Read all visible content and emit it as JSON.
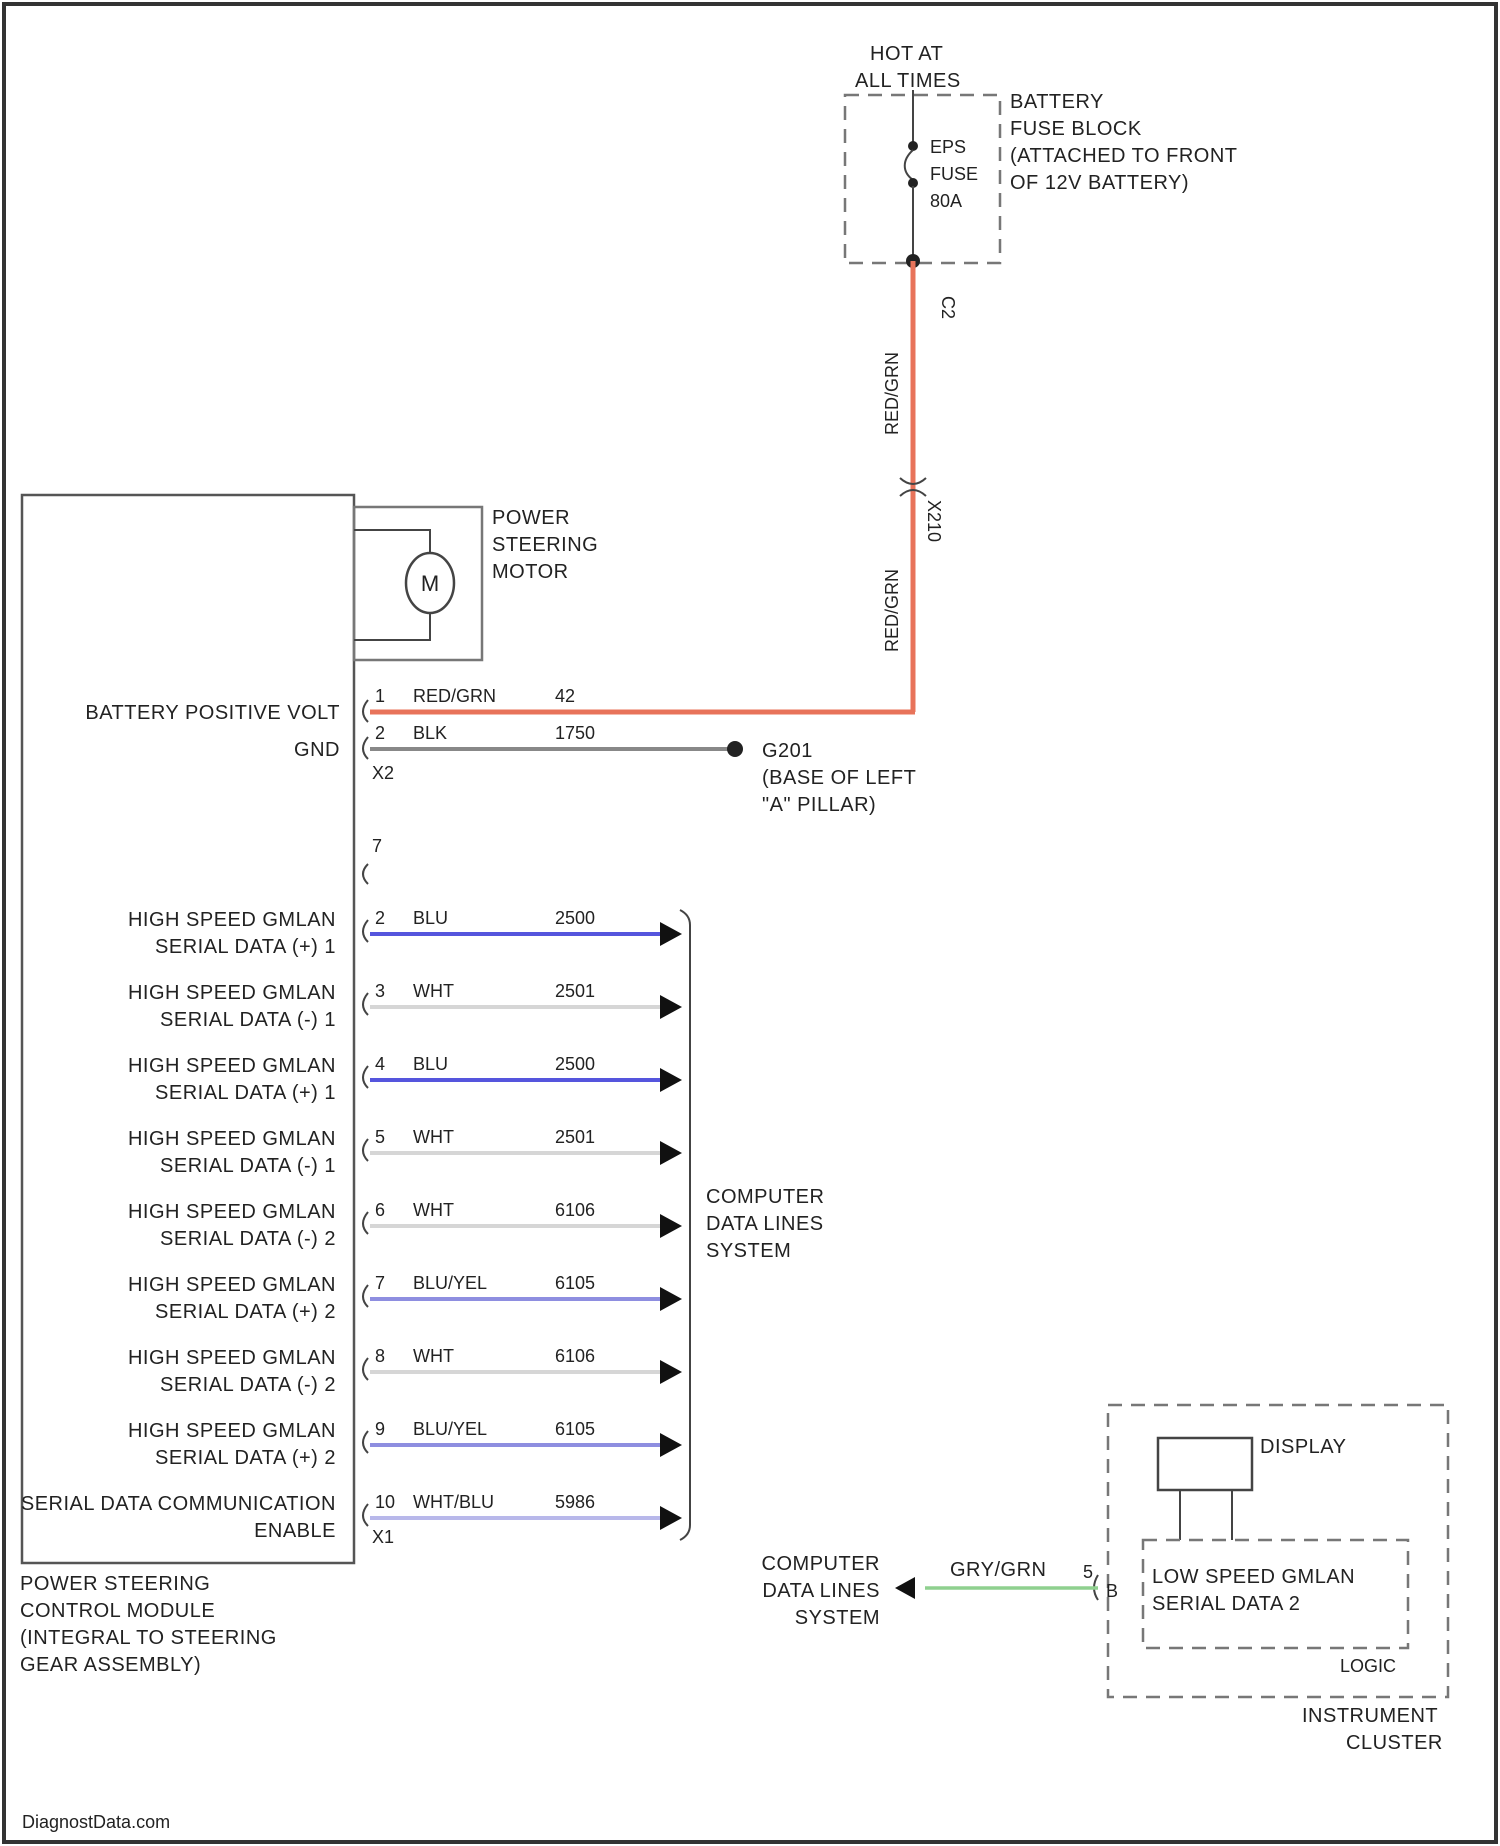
{
  "battery_fuse_block": {
    "hot_line1": "HOT AT",
    "hot_line2": "ALL TIMES",
    "name_lines": [
      "BATTERY",
      "FUSE BLOCK",
      "(ATTACHED TO FRONT",
      "OF 12V BATTERY)"
    ],
    "fuse_lines": [
      "EPS",
      "FUSE",
      "80A"
    ]
  },
  "feed_wire": {
    "color": "RED/GRN",
    "connector_top": "C2",
    "connector_mid": "X210",
    "wire_color_hex": "#e8735a"
  },
  "motor": {
    "symbol": "M",
    "name_lines": [
      "POWER",
      "STEERING",
      "MOTOR"
    ]
  },
  "module": {
    "name_lines": [
      "POWER STEERING",
      "CONTROL MODULE",
      "(INTEGRAL TO STEERING",
      "GEAR ASSEMBLY)"
    ],
    "connector_x2": "X2",
    "connector_x1": "X1"
  },
  "power_pins": [
    {
      "pin": "1",
      "label": "BATTERY POSITIVE VOLT",
      "color": "RED/GRN",
      "circuit": "42",
      "wire_hex": "#e8735a"
    },
    {
      "pin": "2",
      "label": "GND",
      "color": "BLK",
      "circuit": "1750",
      "wire_hex": "#888888"
    }
  ],
  "ground": {
    "name": "G201",
    "desc_lines": [
      "(BASE OF LEFT",
      "\"A\" PILLAR)"
    ]
  },
  "unused_pin": "7",
  "data_pins": [
    {
      "pin": "2",
      "label1": "HIGH SPEED GMLAN",
      "label2": "SERIAL DATA (+) 1",
      "color": "BLU",
      "circuit": "2500",
      "wire_hex": "#5555dd"
    },
    {
      "pin": "3",
      "label1": "HIGH SPEED GMLAN",
      "label2": "SERIAL DATA (-) 1",
      "color": "WHT",
      "circuit": "2501",
      "wire_hex": "#d6d6d6"
    },
    {
      "pin": "4",
      "label1": "HIGH SPEED GMLAN",
      "label2": "SERIAL DATA (+) 1",
      "color": "BLU",
      "circuit": "2500",
      "wire_hex": "#5555dd"
    },
    {
      "pin": "5",
      "label1": "HIGH SPEED GMLAN",
      "label2": "SERIAL DATA (-) 1",
      "color": "WHT",
      "circuit": "2501",
      "wire_hex": "#d6d6d6"
    },
    {
      "pin": "6",
      "label1": "HIGH SPEED GMLAN",
      "label2": "SERIAL DATA (-) 2",
      "color": "WHT",
      "circuit": "6106",
      "wire_hex": "#d6d6d6"
    },
    {
      "pin": "7",
      "label1": "HIGH SPEED GMLAN",
      "label2": "SERIAL DATA (+) 2",
      "color": "BLU/YEL",
      "circuit": "6105",
      "wire_hex": "#8e8ee0"
    },
    {
      "pin": "8",
      "label1": "HIGH SPEED GMLAN",
      "label2": "SERIAL DATA (-) 2",
      "color": "WHT",
      "circuit": "6106",
      "wire_hex": "#d6d6d6"
    },
    {
      "pin": "9",
      "label1": "HIGH SPEED GMLAN",
      "label2": "SERIAL DATA (+) 2",
      "color": "BLU/YEL",
      "circuit": "6105",
      "wire_hex": "#8e8ee0"
    },
    {
      "pin": "10",
      "label1": "SERIAL DATA COMMUNICATION",
      "label2": "ENABLE",
      "color": "WHT/BLU",
      "circuit": "5986",
      "wire_hex": "#b8b8ea"
    }
  ],
  "data_lines_system": {
    "lines": [
      "COMPUTER",
      "DATA LINES",
      "SYSTEM"
    ]
  },
  "cluster": {
    "display_label": "DISPLAY",
    "signal_line1": "LOW SPEED GMLAN",
    "signal_line2": "SERIAL DATA 2",
    "logic_label": "LOGIC",
    "name_lines": [
      "INSTRUMENT",
      "CLUSTER"
    ],
    "pin": "5",
    "connector": "B",
    "wire_color": "GRY/GRN",
    "wire_hex": "#8fd08f"
  },
  "cluster_data_lines": {
    "lines": [
      "COMPUTER",
      "DATA LINES",
      "SYSTEM"
    ]
  },
  "watermark": "DiagnostData.com"
}
